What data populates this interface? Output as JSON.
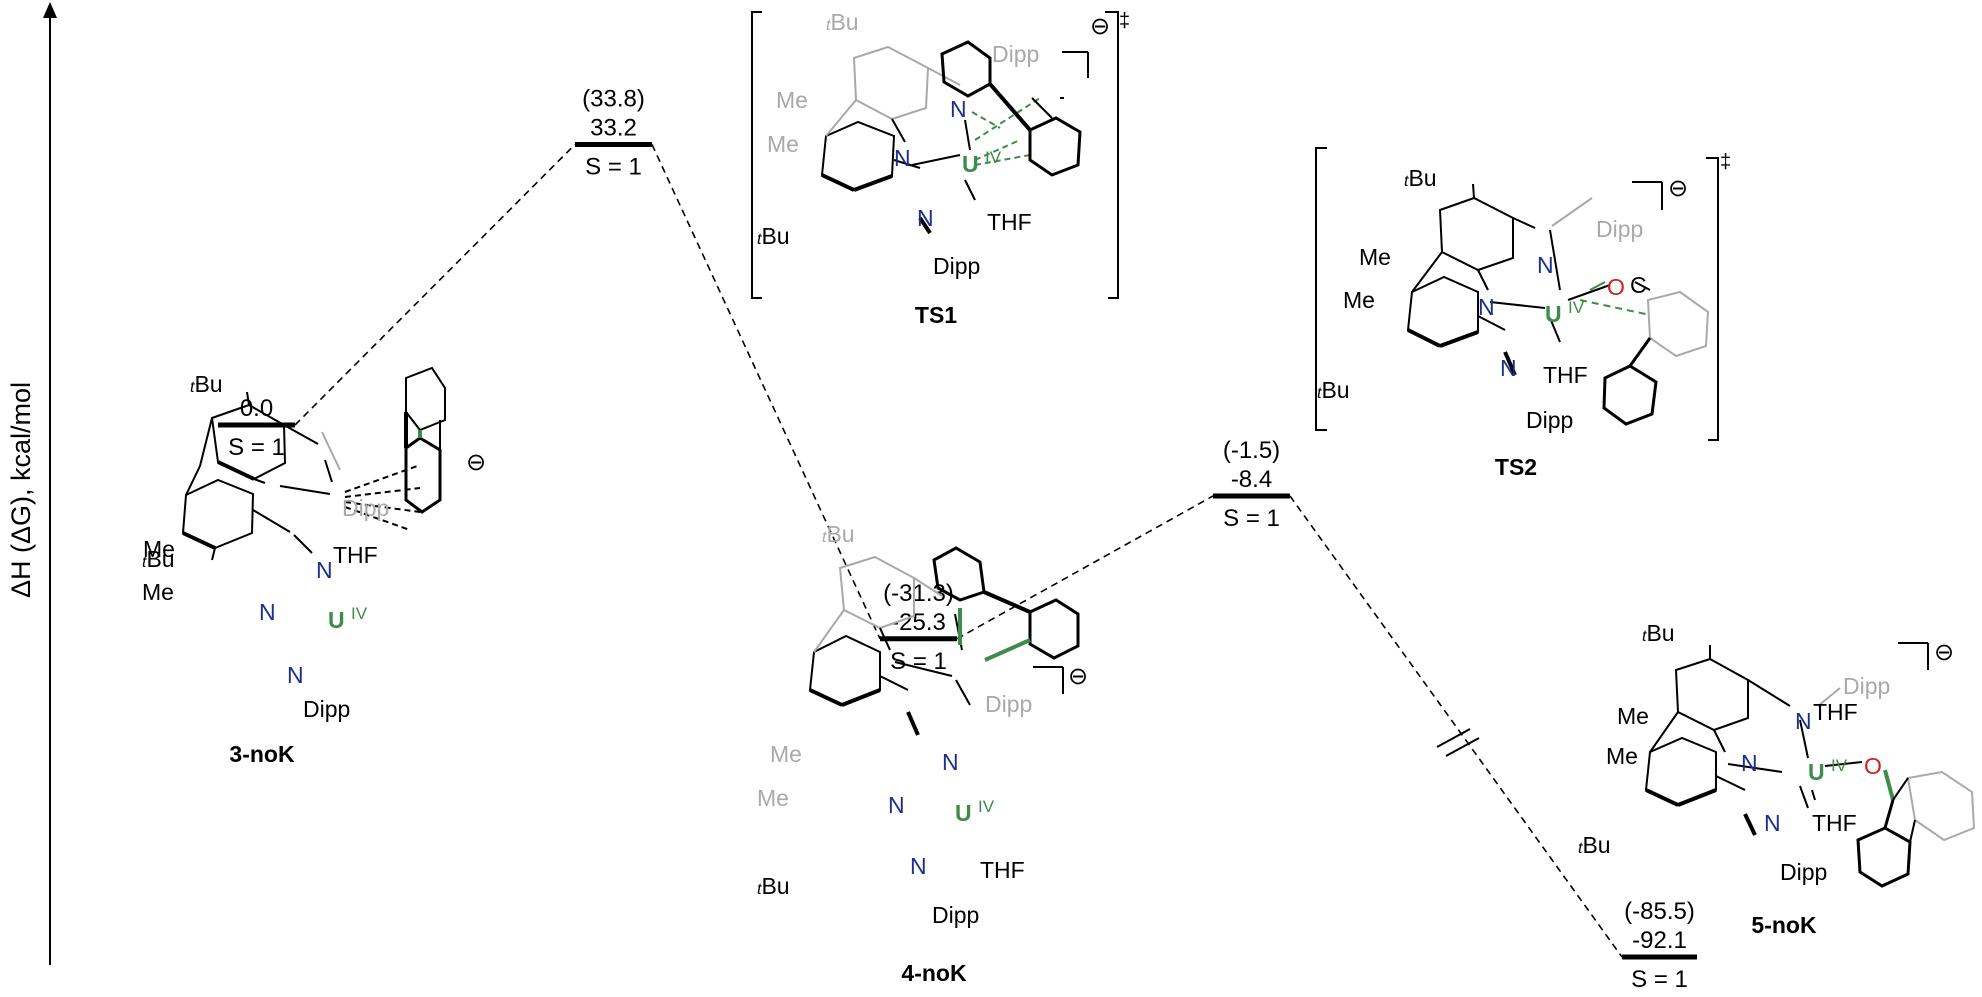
{
  "chart_data": {
    "type": "energy_profile",
    "title": "",
    "ylabel": "ΔH (ΔG), kcal/mol",
    "xlabel": "",
    "grid": false,
    "colors": {
      "line": "#000000",
      "nitrogen": "#1f2d8c",
      "uranium": "#3f8b4a",
      "oxygen": "#d0211b",
      "faded": "#a9a9a9"
    },
    "levels": [
      {
        "id": "3-noK",
        "enthalpy": 0.0,
        "enthalpy_label": "0.0",
        "free_energy": null,
        "free_energy_label": "",
        "spin": "S = 1"
      },
      {
        "id": "TS1",
        "enthalpy": 33.2,
        "enthalpy_label": "33.2",
        "free_energy": 33.8,
        "free_energy_label": "(33.8)",
        "spin": "S = 1"
      },
      {
        "id": "4-noK",
        "enthalpy": -25.3,
        "enthalpy_label": "-25.3",
        "free_energy": -31.3,
        "free_energy_label": "(-31.3)",
        "spin": "S = 1"
      },
      {
        "id": "TS2",
        "enthalpy": -8.4,
        "enthalpy_label": "-8.4",
        "free_energy": -1.5,
        "free_energy_label": "(-1.5)",
        "spin": "S = 1"
      },
      {
        "id": "5-noK",
        "enthalpy": -92.1,
        "enthalpy_label": "-92.1",
        "free_energy": -85.5,
        "free_energy_label": "(-85.5)",
        "spin": "S = 1"
      }
    ],
    "axis_break": "TS2 to 5-noK"
  },
  "structures": {
    "s3": {
      "name": "3-noK",
      "charge": "⊖",
      "tBu_top": "Bu",
      "tBu_bottom": "Bu",
      "Me1": "Me",
      "Me2": "Me",
      "N1": "N",
      "N2": "N",
      "N3": "N",
      "U": "U",
      "ox": "IV",
      "THF": "THF",
      "Dipp1": "Dipp",
      "Dipp2": "Dipp"
    },
    "ts1": {
      "name": "TS1",
      "charge": "⊖",
      "dagger": "‡",
      "tBu_top": "Bu",
      "tBu_bottom": "Bu",
      "Me1": "Me",
      "Me2": "Me",
      "N1": "N",
      "N2": "N",
      "N3": "N",
      "U": "U",
      "ox": "IV",
      "THF": "THF",
      "Dipp1": "Dipp",
      "Dipp2": "Dipp"
    },
    "ts2": {
      "name": "TS2",
      "charge": "⊖",
      "dagger": "‡",
      "tBu_top": "Bu",
      "tBu_bottom": "Bu",
      "Me1": "Me",
      "Me2": "Me",
      "N1": "N",
      "N2": "N",
      "N3": "N",
      "U": "U",
      "ox": "IV",
      "THF": "THF",
      "Dipp1": "Dipp",
      "Dipp2": "Dipp",
      "O": "O",
      "C": "C"
    },
    "s4": {
      "name": "4-noK",
      "charge": "⊖",
      "tBu_top": "Bu",
      "tBu_bottom": "Bu",
      "Me1": "Me",
      "Me2": "Me",
      "N1": "N",
      "N2": "N",
      "N3": "N",
      "U": "U",
      "ox": "IV",
      "THF": "THF",
      "Dipp1": "Dipp",
      "Dipp2": "Dipp"
    },
    "s5": {
      "name": "5-noK",
      "charge": "⊖",
      "tBu_top": "Bu",
      "tBu_bottom": "Bu",
      "Me1": "Me",
      "Me2": "Me",
      "N1": "N",
      "N2": "N",
      "N3": "N",
      "U": "U",
      "ox": "IV",
      "THF1": "THF",
      "THF2": "THF",
      "Dipp1": "Dipp",
      "Dipp2": "Dipp",
      "O": "O"
    },
    "tBu_prefix": "t"
  }
}
